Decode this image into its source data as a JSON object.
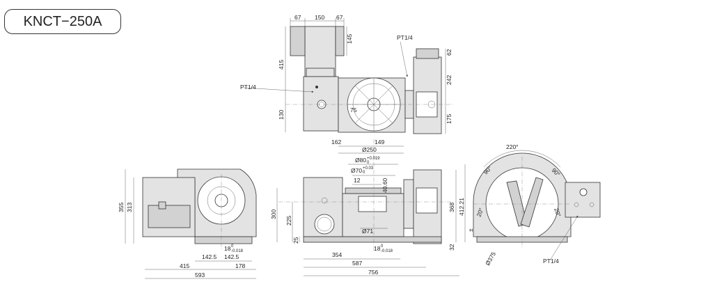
{
  "model": {
    "label": "KNCT−250A"
  },
  "top_view": {
    "dims": [
      "67",
      "150",
      "67",
      "145",
      "415",
      "130",
      "62",
      "242",
      "175"
    ],
    "ports": [
      "PT1/4",
      "PT1/4"
    ],
    "angle_label": "75"
  },
  "center_view": {
    "dims": [
      "162",
      "149",
      "Ø250",
      "Ø80",
      "+0.019",
      "0",
      "Ø70",
      "+0.03",
      "0",
      "12",
      "40.60",
      "Ø71",
      "368",
      "412.21",
      "300",
      "225",
      "25",
      "18",
      "0",
      "-0.018",
      "354",
      "587",
      "756",
      "32"
    ]
  },
  "left_view": {
    "dims": [
      "355",
      "313",
      "18",
      "0",
      "-0.018",
      "142.5",
      "142.5",
      "415",
      "178",
      "593"
    ]
  },
  "right_view": {
    "dims": [
      "220°",
      "90°",
      "90°",
      "20°",
      "20°",
      "±",
      "Ø375",
      "PT1/4"
    ]
  },
  "colors": {
    "body": "#e3e3e3",
    "line": "#333333"
  }
}
